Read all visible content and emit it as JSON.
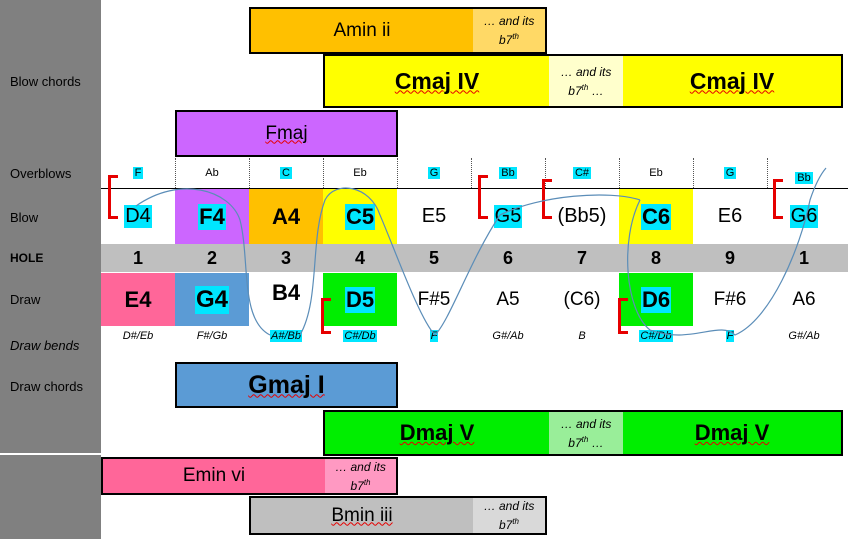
{
  "row_labels": {
    "blow_chords": "Blow chords",
    "overblows": "Overblows",
    "blow": "Blow",
    "hole": "HOLE",
    "draw": "Draw",
    "draw_bends": "Draw bends",
    "draw_chords": "Draw chords"
  },
  "chords": {
    "amin": {
      "name": "Amin ii",
      "extra1": "… and its",
      "extra2": "b7",
      "sup": "th"
    },
    "cmaj": {
      "name": "Cmaj IV",
      "name2": "Cmaj IV",
      "extra1": "… and its",
      "extra2": "b7",
      "sup": "th",
      "extra3": " …"
    },
    "fmaj": {
      "name": "Fmaj"
    },
    "gmaj": {
      "name": "Gmaj I"
    },
    "dmaj": {
      "name": "Dmaj V",
      "name2": "Dmaj V",
      "extra1": "… and its",
      "extra2": "b7",
      "sup": "th",
      "extra3": " …"
    },
    "emin": {
      "name": "Emin vi",
      "extra1": "… and its",
      "extra2": "b7",
      "sup": "th"
    },
    "bmin": {
      "name": "Bmin iii",
      "extra1": "… and its",
      "extra2": "b7",
      "sup": "th"
    }
  },
  "overblows": [
    "F",
    "Ab",
    "C",
    "Eb",
    "G",
    "Bb",
    "C#",
    "Eb",
    "G",
    "Bb"
  ],
  "blow": [
    "D4",
    "F4",
    "A4",
    "C5",
    "E5",
    "G5",
    "(Bb5)",
    "C6",
    "E6",
    "G6"
  ],
  "holes": [
    "1",
    "2",
    "3",
    "4",
    "5",
    "6",
    "7",
    "8",
    "9",
    "1"
  ],
  "draw": [
    "E4",
    "G4",
    "B4",
    "D5",
    "F#5",
    "A5",
    "(C6)",
    "D6",
    "F#6",
    "A6"
  ],
  "draw_bends": [
    "D#/Eb",
    "F#/Gb",
    "A#/Bb",
    "C#/Db",
    "F",
    "G#/Ab",
    "B",
    "C#/Db",
    "F",
    "G#/Ab"
  ],
  "colors": {
    "amin": "#ffc000",
    "amin_extra": "#ffd966",
    "cmaj": "#ffff00",
    "cmaj_extra": "#ffffcc",
    "fmaj": "#cc66ff",
    "gmaj": "#5b9bd5",
    "dmaj": "#00ee00",
    "dmaj_extra": "#99ee99",
    "emin": "#ff6699",
    "emin_extra": "#ff99c2",
    "bmin": "#bfbfbf",
    "bmin_extra": "#d9d9d9",
    "highlight": "#00e6ff",
    "bracket": "#e60000"
  }
}
